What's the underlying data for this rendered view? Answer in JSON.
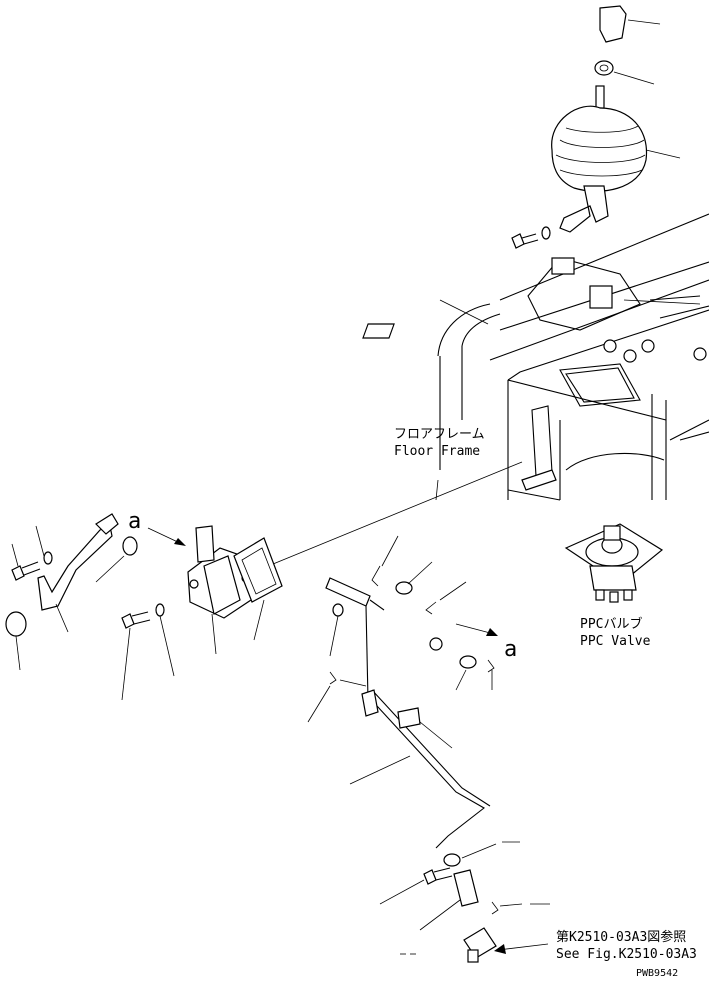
{
  "labels": {
    "floor_frame_jp": "フロアフレーム",
    "floor_frame_en": "Floor Frame",
    "ppc_valve_jp": "PPCバルブ",
    "ppc_valve_en": "PPC Valve",
    "ref_jp": "第K2510-03A3図参照",
    "ref_en": "See Fig.K2510-03A3",
    "arrow_a_top": "a",
    "arrow_a_right": "a",
    "drawing_id": "PWB9542"
  }
}
